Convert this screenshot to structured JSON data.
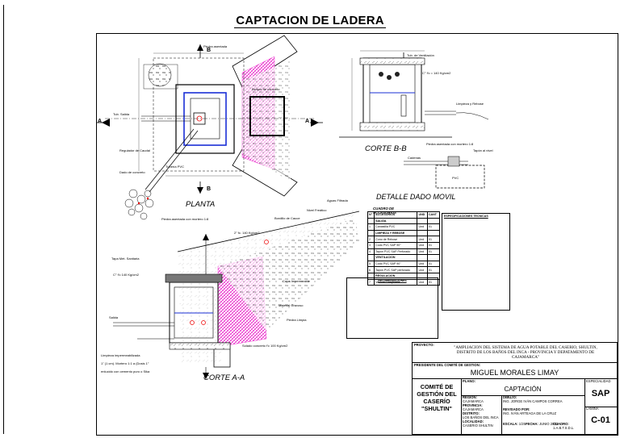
{
  "title": "CAPTACION DE LADERA",
  "views": {
    "planta": "PLANTA",
    "corte_bb": "CORTE B-B",
    "detalle": "DETALLE DADO MOVIL",
    "corte_aa": "CORTE A-A",
    "sec_a": "A",
    "sec_b": "B"
  },
  "tables": {
    "accesorios_title": "CUADRO DE ACCESORIOS",
    "acc_head": [
      "N°",
      "ACCESORIOS",
      "UND",
      "CANT"
    ],
    "acc_rows": [
      [
        "",
        "SALIDA",
        "",
        ""
      ],
      [
        "1",
        "Canastilla PVC",
        "Und",
        "01"
      ],
      [
        "",
        "LIMPIEZA Y REBOSE",
        "",
        ""
      ],
      [
        "2",
        "Cono de Rebose",
        "Und",
        "01"
      ],
      [
        "3",
        "Codo PVC SAP 90°",
        "Und",
        "01"
      ],
      [
        "4",
        "Tapón PVC SAP Perforado",
        "Und",
        "01"
      ],
      [
        "",
        "VENTILACION",
        "",
        ""
      ],
      [
        "5",
        "Codo PVC SAP 90°",
        "Und",
        "01"
      ],
      [
        "6",
        "Tapón PVC SAP perforado",
        "Und",
        "01"
      ],
      [
        "",
        "REGULACION",
        "",
        ""
      ],
      [
        "7",
        "Valvula Compuerta",
        "Und",
        "01"
      ]
    ],
    "specs_title": "ESPECIFICACIONES TECNICAS",
    "recs_title": "RECOMENDACIONES"
  },
  "title_block": {
    "proyecto_label": "PROYECTO:",
    "proyecto": "\"AMPLIACION DEL SISTEMA DE AGUA POTABLE DEL CASERIO, SHULTIN, DISTRITO DE LOS BAÑOS DEL INCA - PROVINCIA Y DEPATAMENTO DE CAJAMARCA\"",
    "presidente_label": "PRESIDENTE DEL COMITÉ DE GESTION:",
    "presidente": "MIGUEL MORALES LIMAY",
    "comite": "COMITÉ DE GESTIÓN DEL CASERÍO \"SHULTIN\"",
    "plano_label": "PLANO:",
    "plano": "CAPTACIÓN",
    "especialidad_label": "ESPECIALIDAD",
    "especialidad": "SAP",
    "lamina_label": "LAMINA",
    "lamina": "C-01",
    "region_label": "REGION:",
    "region": "CAJAMARCA",
    "provincia_label": "PROVINCIA:",
    "provincia": "CAJAMARCA",
    "distrito_label": "DISTRITO:",
    "distrito": "LOS BAÑOS DEL INCA",
    "localidad_label": "LOCALIDAD:",
    "localidad": "CASERIO SHULTIN",
    "dibujo_label": "DIBUJO:",
    "dibujo": "ING. JORGE IVÁN CAMPOS CORREA",
    "revisado_label": "REVISADO POR:",
    "revisado": "ING. IVÁN ARTEAGA DE LA CRUZ",
    "escala_label": "ESCALA:",
    "escala": "1/25",
    "fecha_label": "FECHA:",
    "fecha": "JUNIO 2023",
    "cuadro_label": "CUADRO:",
    "cuadro": "1.A.B.T.S.D.L."
  }
}
